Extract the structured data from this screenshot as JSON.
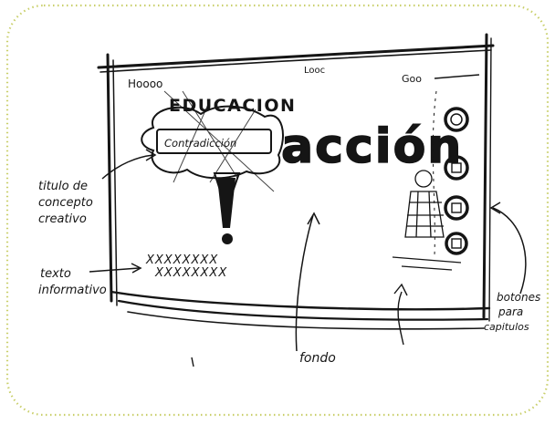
{
  "sketch": {
    "title": "EDUCACION",
    "subtitle": "Contradicción",
    "big_word": "acción",
    "header_marks": [
      "Hoooo",
      "Looc",
      "Goo"
    ],
    "info_text_lines": [
      "XXXXXXXX",
      "XXXXXXXX"
    ],
    "chapter_buttons": [
      "chapter-button-1",
      "chapter-button-2",
      "chapter-button-3",
      "chapter-button-4"
    ]
  },
  "annotations": {
    "concept_title": [
      "titulo de",
      "concepto",
      "creativo"
    ],
    "info_text": [
      "texto",
      "informativo"
    ],
    "background": "fondo",
    "chapter_buttons": [
      "botones",
      "para",
      "capitulos"
    ]
  },
  "colors": {
    "ink": "#151515",
    "frame_border": "#c9cf6a",
    "paper": "#ffffff"
  }
}
